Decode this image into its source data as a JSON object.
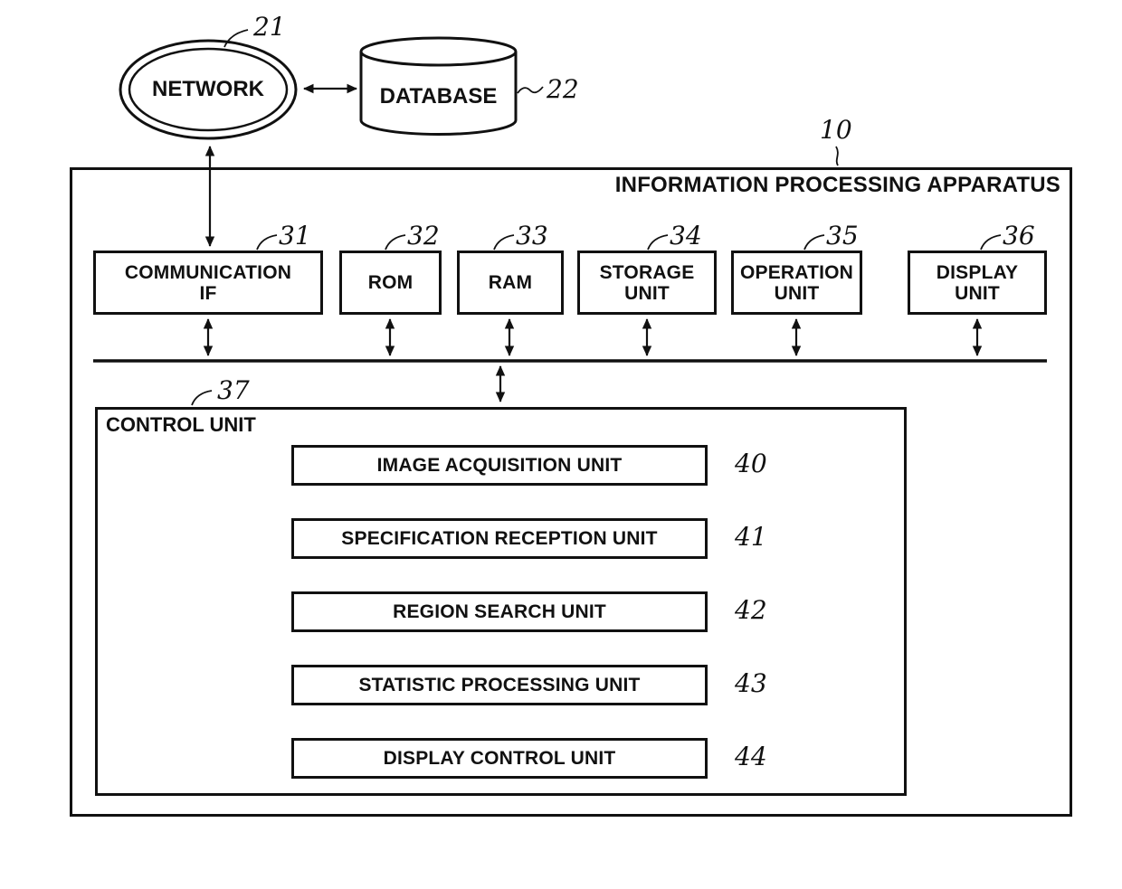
{
  "colors": {
    "ink": "#111111",
    "paper": "#ffffff"
  },
  "external": {
    "network": {
      "label": "NETWORK",
      "ref": "21"
    },
    "database": {
      "label": "DATABASE",
      "ref": "22"
    }
  },
  "apparatus": {
    "title": "INFORMATION PROCESSING APPARATUS",
    "ref": "10",
    "components": [
      {
        "line1": "COMMUNICATION",
        "line2": "IF",
        "ref": "31"
      },
      {
        "line1": "ROM",
        "line2": "",
        "ref": "32"
      },
      {
        "line1": "RAM",
        "line2": "",
        "ref": "33"
      },
      {
        "line1": "STORAGE",
        "line2": "UNIT",
        "ref": "34"
      },
      {
        "line1": "OPERATION",
        "line2": "UNIT",
        "ref": "35"
      },
      {
        "line1": "DISPLAY",
        "line2": "UNIT",
        "ref": "36"
      }
    ],
    "control_unit": {
      "label": "CONTROL UNIT",
      "ref": "37",
      "modules": [
        {
          "label": "IMAGE ACQUISITION UNIT",
          "ref": "40"
        },
        {
          "label": "SPECIFICATION RECEPTION UNIT",
          "ref": "41"
        },
        {
          "label": "REGION SEARCH UNIT",
          "ref": "42"
        },
        {
          "label": "STATISTIC PROCESSING UNIT",
          "ref": "43"
        },
        {
          "label": "DISPLAY CONTROL UNIT",
          "ref": "44"
        }
      ]
    }
  }
}
